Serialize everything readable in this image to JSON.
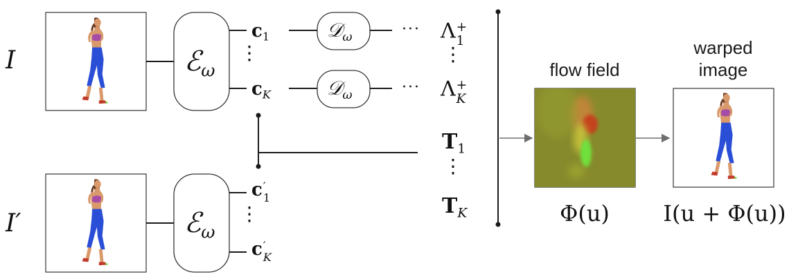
{
  "inputs": {
    "top": {
      "symbol": "I"
    },
    "bottom": {
      "symbol": "I",
      "prime": "′"
    }
  },
  "encoder": {
    "symbol": "ℰ",
    "subscript": "ω"
  },
  "decoder": {
    "symbol": "𝒟",
    "subscript": "ω"
  },
  "codes_top": {
    "first": "c",
    "first_sub": "1",
    "last": "c",
    "last_sub": "K"
  },
  "codes_bottom": {
    "first": "c",
    "first_sub": "1",
    "last": "c",
    "last_sub": "K",
    "prime": "′"
  },
  "lambdas": {
    "symbol": "Λ",
    "sup": "+",
    "first_sub": "1",
    "last_sub": "K"
  },
  "transforms": {
    "symbol": "T",
    "first_sub": "1",
    "last_sub": "K"
  },
  "ellipsis": "···",
  "vdots": "⋮",
  "flow": {
    "title": "flow field",
    "formula": "Φ(u)"
  },
  "warped": {
    "title_line1": "warped",
    "title_line2": "image",
    "formula": "I(u + Φ(u))"
  },
  "colors": {
    "line": "#1a1a1a",
    "arrow": "#6e6e6e",
    "box_border": "#333333",
    "flow_bg": "#8c8c2e",
    "flow_red": "#c83a1c",
    "flow_green": "#6fe03c",
    "top_color": "#a64ca6",
    "legging_blue": "#2a4fd6",
    "skin": "#d9996b"
  }
}
